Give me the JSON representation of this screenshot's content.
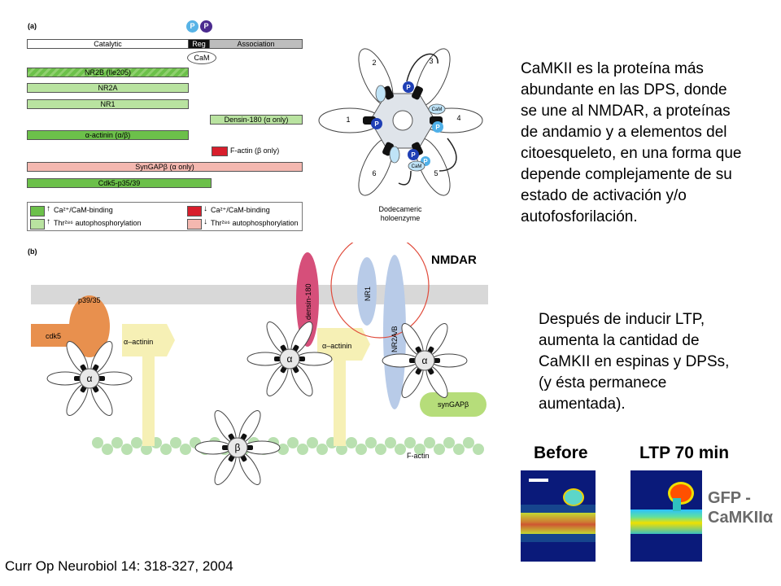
{
  "panel_a": {
    "label": "(a)",
    "phospho": [
      "P",
      "P"
    ],
    "domains": {
      "catalytic": "Catalytic",
      "reg": "Reg",
      "association": "Association"
    },
    "cam": "CaM",
    "bars": [
      "NR2B (Ile205)",
      "NR2A",
      "NR1",
      "Densin-180 (α only)",
      "α-actinin (α/β)",
      "F-actin (β only)",
      "SynGAPβ (α only)",
      "Cdk5-p35/39"
    ],
    "legend": {
      "l1": "Ca²⁺/CaM-binding",
      "l2": "Thr²⁸⁶ autophosphorylation",
      "l3": "Ca²⁺/CaM-binding",
      "l4": "Thr²⁸⁶ autophosphorylation"
    },
    "holo_nums": [
      "1",
      "2",
      "3",
      "4",
      "5",
      "6"
    ],
    "holo_p": "P",
    "holo_cam": "CaM",
    "holo_caption_1": "Dodecameric",
    "holo_caption_2": "holoenzyme"
  },
  "panel_b": {
    "label": "(b)",
    "nmdar": "NMDAR",
    "cdk5": "cdk5",
    "p3935": "p39/35",
    "actinin": "α–actinin",
    "densin": "densin-180",
    "nr1": "NR1",
    "nr2ab": "NR2A/B",
    "syngap": "synGAPβ",
    "factin": "F-actin",
    "alpha": "α",
    "beta": "β"
  },
  "text_top": [
    "CaMKII es la proteína más",
    "abundante en las DPS, donde",
    "se une al NMDAR, a proteínas",
    "de andamio y a elementos del",
    "citoesqueleto, en una forma que",
    "depende complejamente de su",
    "estado de activación y/o",
    "autofosforilación."
  ],
  "text_mid": [
    "Después de inducir LTP,",
    "aumenta la cantidad de",
    "CaMKII en espinas y DPSs,",
    "(y ésta permanece",
    "aumentada)."
  ],
  "micro": {
    "before": "Before",
    "after": "LTP 70 min",
    "gfp1": "GFP -",
    "gfp2": "CaMKIIα"
  },
  "citation": "Curr Op Neurobiol 14: 318-327, 2004"
}
